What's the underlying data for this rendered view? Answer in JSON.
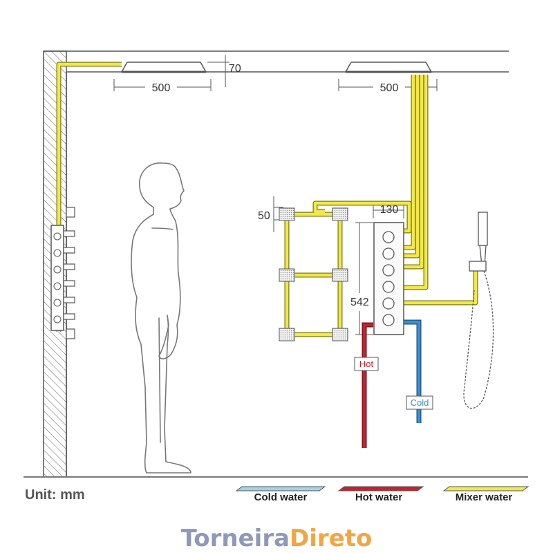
{
  "dimensions": {
    "ceiling_gap": "70",
    "left_head_width": "500",
    "right_head_width": "500",
    "jet_spacing": "50",
    "valve_width": "130",
    "valve_height": "542"
  },
  "pipe_labels": {
    "hot": "Hot",
    "cold": "Cold"
  },
  "unit": "Unit: mm",
  "legend": [
    {
      "label": "Cold water",
      "color": "#9fd4ea"
    },
    {
      "label": "Hot water",
      "color": "#c8202c"
    },
    {
      "label": "Mixer water",
      "color": "#f2e84a"
    }
  ],
  "brand": {
    "part1": "Torneira",
    "part2": "Direto",
    "color1": "#8f98b8",
    "color2": "#f2a541"
  },
  "colors": {
    "mixer": "#f2e84a",
    "mixer_edge": "#8a8a1a",
    "hot": "#c8202c",
    "cold": "#3d8fd0",
    "line": "#555555"
  }
}
